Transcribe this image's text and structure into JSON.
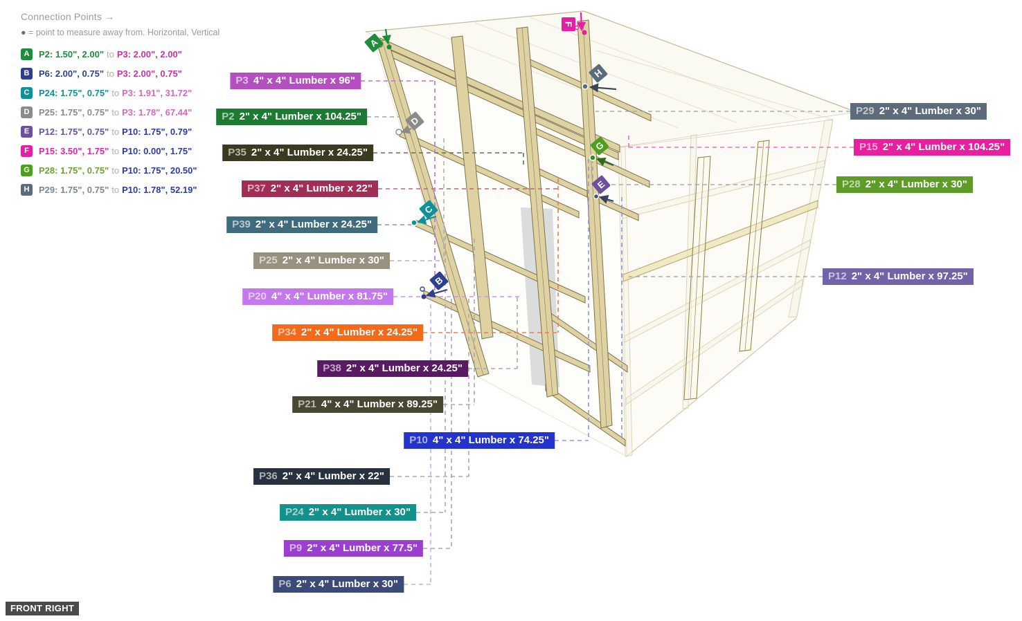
{
  "header": {
    "title": "Connection Points",
    "arrow": "→",
    "legend_dot": "●",
    "legend": "= point to measure away from. Horizontal, Vertical"
  },
  "view_label": "FRONT RIGHT",
  "connection_points": [
    {
      "letter": "A",
      "badge_color": "#1e8c3a",
      "from_text": "P2: 1.50\", 2.00\"",
      "from_color": "#1e8c3a",
      "joiner": "to",
      "to_text": "P3: 2.00\", 2.00\"",
      "to_color": "#cc2fa6"
    },
    {
      "letter": "B",
      "badge_color": "#2e3f8f",
      "from_text": "P6: 2.00\", 0.75\"",
      "from_color": "#2e3f8f",
      "joiner": "to",
      "to_text": "P3: 2.00\", 0.75\"",
      "to_color": "#cc2fa6"
    },
    {
      "letter": "C",
      "badge_color": "#0f9199",
      "from_text": "P24: 1.75\", 0.75\"",
      "from_color": "#0f9199",
      "joiner": "to",
      "to_text": "P3: 1.91\", 31.72\"",
      "to_color": "#d668bd"
    },
    {
      "letter": "D",
      "badge_color": "#8b8b8b",
      "from_text": "P25: 1.75\", 0.75\"",
      "from_color": "#8b8b8b",
      "joiner": "to",
      "to_text": "P3: 1.78\", 67.44\"",
      "to_color": "#d668bd"
    },
    {
      "letter": "E",
      "badge_color": "#6b4fa1",
      "from_text": "P12: 1.75\", 0.75\"",
      "from_color": "#6b4fa1",
      "joiner": "to",
      "to_text": "P10: 1.75\", 0.79\"",
      "to_color": "#2b3aa6"
    },
    {
      "letter": "F",
      "badge_color": "#e320a5",
      "from_text": "P15: 3.50\", 1.75\"",
      "from_color": "#e320a5",
      "joiner": "to",
      "to_text": "P10: 0.00\", 1.75\"",
      "to_color": "#2b3aa6"
    },
    {
      "letter": "G",
      "badge_color": "#4e9e1f",
      "from_text": "P28: 1.75\", 0.75\"",
      "from_color": "#6aa32f",
      "joiner": "to",
      "to_text": "P10: 1.75\", 20.50\"",
      "to_color": "#2b3aa6"
    },
    {
      "letter": "H",
      "badge_color": "#5c6b79",
      "from_text": "P29: 1.75\", 0.75\"",
      "from_color": "#7a8794",
      "joiner": "to",
      "to_text": "P10: 1.78\", 52.19\"",
      "to_color": "#2b3aa6"
    }
  ],
  "part_labels": [
    {
      "id": "P3",
      "prefix": "P3",
      "text": "4\" x 4\" Lumber x 96\"",
      "bg": "#b44fc0",
      "leader_color": "#c06ce0"
    },
    {
      "id": "P2",
      "prefix": "P2",
      "text": "2\" x 4\" Lumber  x 104.25\"",
      "bg": "#1d7a33",
      "leader_color": "#9aa79a"
    },
    {
      "id": "P35",
      "prefix": "P35",
      "text": "2\" x 4\" Lumber  x 24.25\"",
      "bg": "#3a3a20",
      "leader_color": "#6b6b4a"
    },
    {
      "id": "P37",
      "prefix": "P37",
      "text": "2\" x 4\" Lumber  x 22\"",
      "bg": "#a12f55",
      "leader_color": "#c06080"
    },
    {
      "id": "P39",
      "prefix": "P39",
      "text": "2\" x 4\" Lumber  x 24.25\"",
      "bg": "#3f6b7e",
      "leader_color": "#7b9ab0"
    },
    {
      "id": "P25",
      "prefix": "P25",
      "text": "2\" x 4\" Lumber  x 30\"",
      "bg": "#98917f",
      "leader_color": "#b8b2a6"
    },
    {
      "id": "P20",
      "prefix": "P20",
      "text": "4\" x 4\" Lumber x 81.75\"",
      "bg": "#c478ee",
      "leader_color": "#cf8ff2"
    },
    {
      "id": "P34",
      "prefix": "P34",
      "text": "2\" x 4\" Lumber  x 24.25\"",
      "bg": "#f26a1a",
      "leader_color": "#f07a50"
    },
    {
      "id": "P38",
      "prefix": "P38",
      "text": "2\" x 4\" Lumber  x 24.25\"",
      "bg": "#5a1a63",
      "leader_color": "#a9a9a9"
    },
    {
      "id": "P21",
      "prefix": "P21",
      "text": "4\" x 4\" Lumber x 89.25\"",
      "bg": "#474732",
      "leader_color": "#a9a9a9"
    },
    {
      "id": "P10",
      "prefix": "P10",
      "text": "4\" x 4\" Lumber x 74.25\"",
      "bg": "#2333cb",
      "leader_color": "#8d95e0"
    },
    {
      "id": "P36",
      "prefix": "P36",
      "text": "2\" x 4\" Lumber  x 22\"",
      "bg": "#263240",
      "leader_color": "#a9a9a9"
    },
    {
      "id": "P24",
      "prefix": "P24",
      "text": "2\" x 4\" Lumber  x 30\"",
      "bg": "#13918c",
      "leader_color": "#a9a9a9"
    },
    {
      "id": "P9",
      "prefix": "P9",
      "text": "2\" x 4\" Lumber  x 77.5\"",
      "bg": "#9b3fd1",
      "leader_color": "#a9a9a9"
    },
    {
      "id": "P6",
      "prefix": "P6",
      "text": "2\" x 4\" Lumber  x 30\"",
      "bg": "#3c4a78",
      "leader_color": "#c2b2e8"
    },
    {
      "id": "P29",
      "prefix": "P29",
      "text": "2\" x 4\" Lumber  x 30\"",
      "bg": "#5d6c7b",
      "leader_color": "#a9a9a9"
    },
    {
      "id": "P15",
      "prefix": "P15",
      "text": "2\" x 4\" Lumber  x 104.25\"",
      "bg": "#e81f9e",
      "leader_color": "#f06ec0"
    },
    {
      "id": "P28",
      "prefix": "P28",
      "text": "2\" x 4\" Lumber  x 30\"",
      "bg": "#5e9b28",
      "leader_color": "#a9a9a9"
    },
    {
      "id": "P12",
      "prefix": "P12",
      "text": "2\" x 4\" Lumber  x 97.25\"",
      "bg": "#7263a8",
      "leader_color": "#a9a9a9"
    }
  ]
}
